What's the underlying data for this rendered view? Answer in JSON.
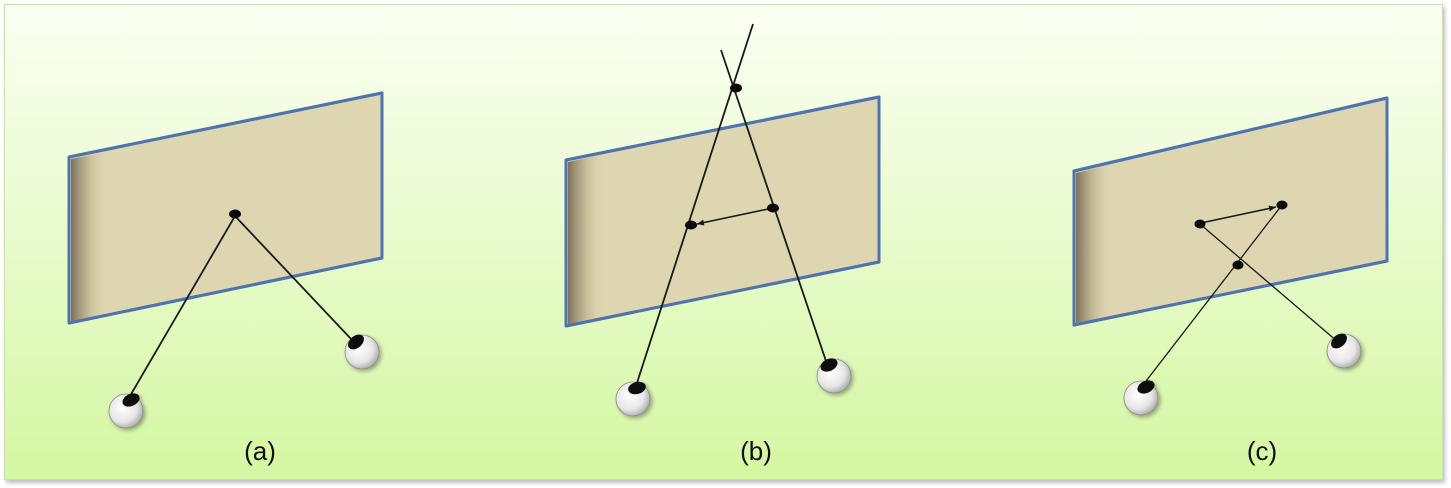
{
  "panels": [
    {
      "id": "a",
      "caption": "(a)"
    },
    {
      "id": "b",
      "caption": "(b)"
    },
    {
      "id": "c",
      "caption": "(c)"
    }
  ],
  "colors": {
    "screen_fill": "#ded6b1",
    "screen_border": "#4f74ad",
    "ray": "#1a1a1a",
    "point": "#0a0a0a",
    "eye_white": "#f4f4f4",
    "pupil": "#0c0c0c"
  }
}
